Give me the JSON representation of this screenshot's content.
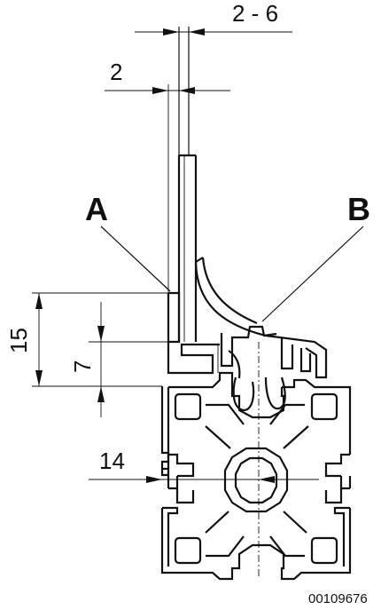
{
  "dimensions": {
    "top_width": "2 - 6",
    "plate_thickness": "2",
    "height_total": "15",
    "height_partial": "7",
    "profile_offset": "14"
  },
  "callouts": {
    "label_a": "A",
    "label_b": "B"
  },
  "drawing_id": "00109676"
}
